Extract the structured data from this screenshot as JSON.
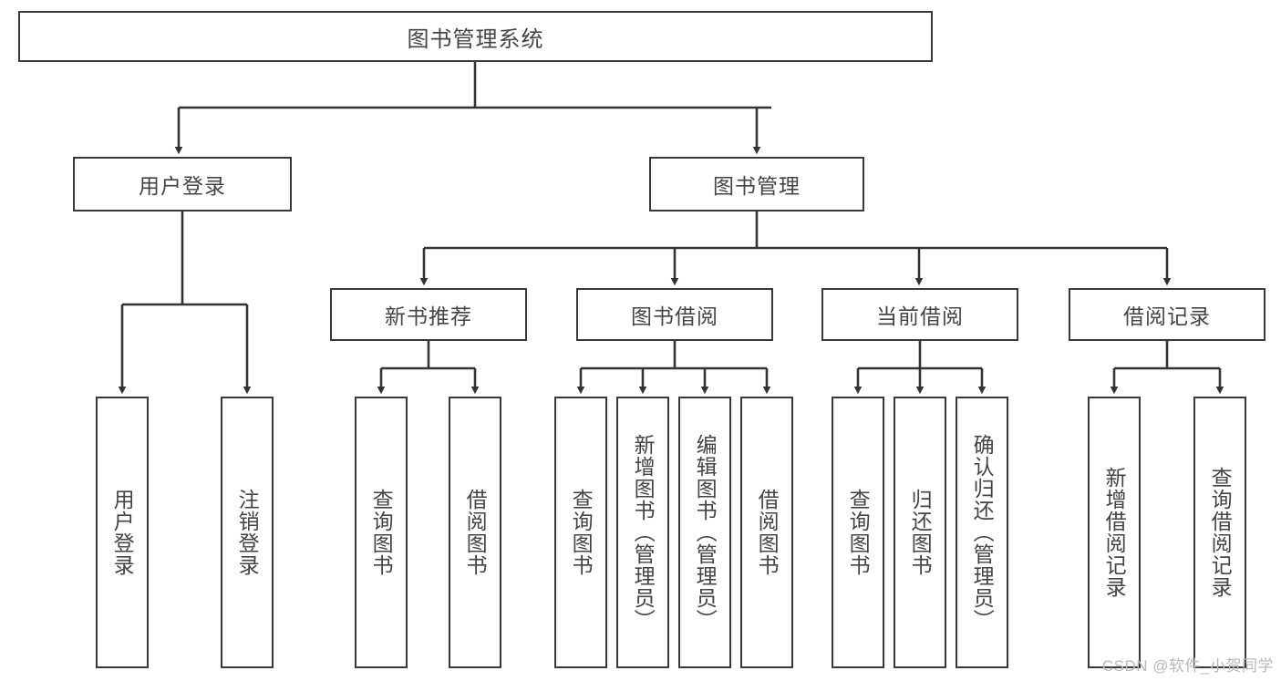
{
  "diagram": {
    "type": "tree",
    "title": "图书管理系统",
    "orientation": "top-down",
    "colors": {
      "border": "#3a3a3a",
      "fill": "#ffffff",
      "text": "#444444",
      "edge": "#333333",
      "watermark": "#b9b9b9"
    },
    "root": {
      "label": "图书管理系统"
    },
    "level2": [
      {
        "id": "user-login",
        "label": "用户登录"
      },
      {
        "id": "book-manage",
        "label": "图书管理"
      }
    ],
    "level3": [
      {
        "id": "new-book-recommend",
        "label": "新书推荐"
      },
      {
        "id": "book-borrow",
        "label": "图书借阅"
      },
      {
        "id": "current-borrow",
        "label": "当前借阅"
      },
      {
        "id": "borrow-record",
        "label": "借阅记录"
      }
    ],
    "leaves": {
      "user_login": [
        {
          "id": "leaf-user-login",
          "label": "用户登录"
        },
        {
          "id": "leaf-user-logout",
          "label": "注销登录"
        }
      ],
      "new_book_recommend": [
        {
          "id": "leaf-query-book-1",
          "label": "查询图书"
        },
        {
          "id": "leaf-borrow-book-1",
          "label": "借阅图书"
        }
      ],
      "book_borrow": [
        {
          "id": "leaf-query-book-2",
          "label": "查询图书"
        },
        {
          "id": "leaf-add-book",
          "label": "新增图书（管理员）"
        },
        {
          "id": "leaf-edit-book",
          "label": "编辑图书（管理员）"
        },
        {
          "id": "leaf-borrow-book-2",
          "label": "借阅图书"
        }
      ],
      "current_borrow": [
        {
          "id": "leaf-query-book-3",
          "label": "查询图书"
        },
        {
          "id": "leaf-return-book",
          "label": "归还图书"
        },
        {
          "id": "leaf-confirm-return",
          "label": "确认归还（管理员）"
        }
      ],
      "borrow_record": [
        {
          "id": "leaf-add-record",
          "label": "新增借阅记录"
        },
        {
          "id": "leaf-query-record",
          "label": "查询借阅记录"
        }
      ]
    }
  },
  "watermark": {
    "text": "CSDN @软件_小贺同学"
  }
}
